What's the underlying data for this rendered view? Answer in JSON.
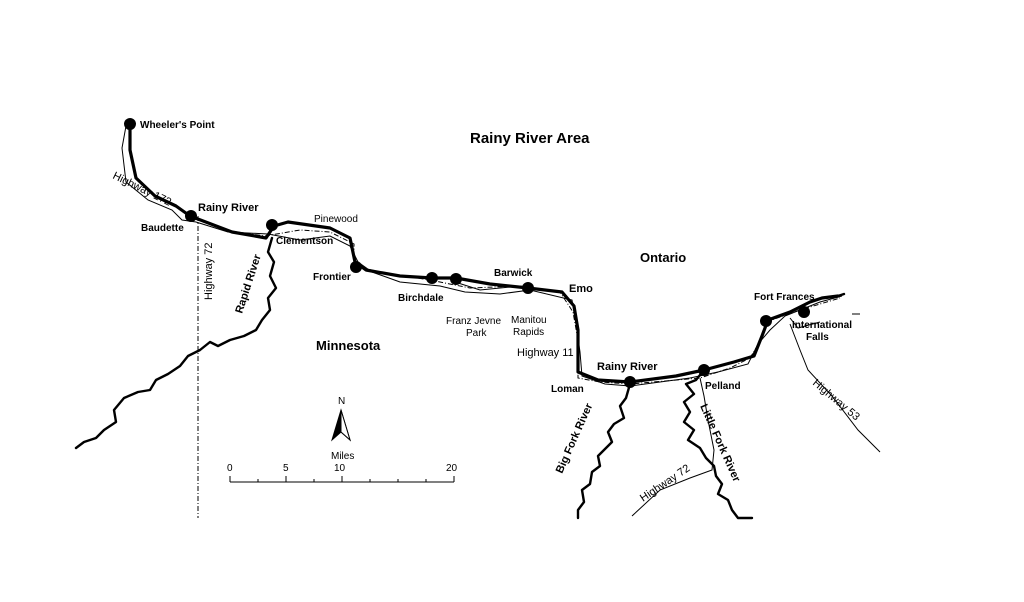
{
  "title": "Rainy River Area",
  "regions": {
    "ontario": "Ontario",
    "minnesota": "Minnesota"
  },
  "places": {
    "wheelers_point": "Wheeler's Point",
    "rainy_river_town": "Rainy River",
    "baudette": "Baudette",
    "clementson": "Clementson",
    "pinewood": "Pinewood",
    "frontier": "Frontier",
    "birchdale": "Birchdale",
    "barwick": "Barwick",
    "emo": "Emo",
    "franz_jevne_1": "Franz Jevne",
    "franz_jevne_2": "Park",
    "manitou_1": "Manitou",
    "manitou_2": "Rapids",
    "loman": "Loman",
    "pelland": "Pelland",
    "fort_frances": "Fort Frances",
    "intl_falls_1": "International",
    "intl_falls_2": "Falls"
  },
  "rivers": {
    "rainy_river": "Rainy River",
    "rapid_river": "Rapid River",
    "big_fork_river": "Big Fork River",
    "little_fork_river": "Little Fork River"
  },
  "highways": {
    "hwy_172": "Highway 172",
    "hwy_72_west": "Highway 72",
    "hwy_11": "Highway 11",
    "hwy_72_east": "Highway 72",
    "hwy_53": "Highway 53"
  },
  "north_arrow": {
    "label": "N"
  },
  "scale_bar": {
    "unit": "Miles",
    "ticks": [
      "0",
      "5",
      "10",
      "20"
    ]
  }
}
